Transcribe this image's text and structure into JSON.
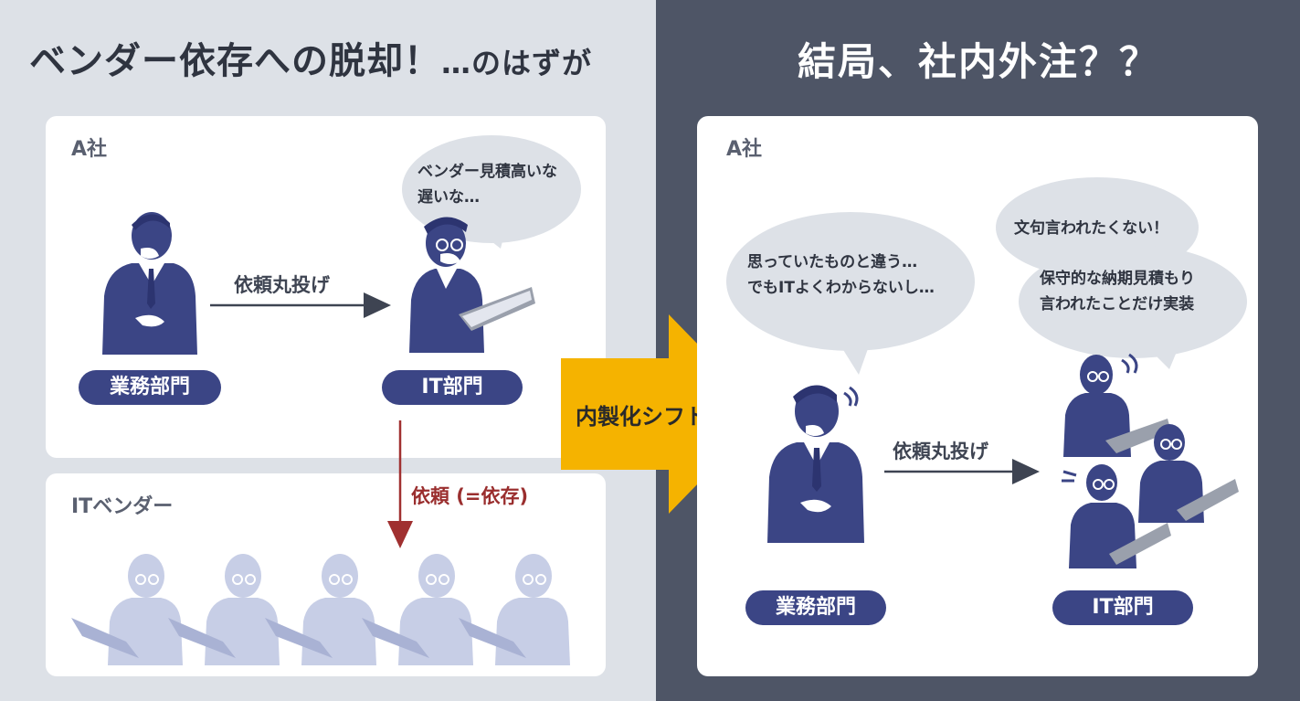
{
  "left": {
    "title": "ベンダー依存への脱却！",
    "title_small": "…のはずが",
    "company_card": {
      "label": "A社",
      "business_dept": "業務部門",
      "it_dept": "IT部門",
      "arrow_label": "依頼丸投げ",
      "bubble_lines": [
        "ベンダー見積高いな",
        "遅いな…"
      ]
    },
    "vendor_card": {
      "label": "ITベンダー"
    },
    "request_label": "依頼 (=依存)"
  },
  "shift": {
    "label": "内製化シフト"
  },
  "right": {
    "title": "結局、社内外注？？",
    "company_card": {
      "label": "A社",
      "business_dept": "業務部門",
      "it_dept": "IT部門",
      "arrow_label": "依頼丸投げ",
      "business_bubble_lines": [
        "思っていたものと違う…",
        "でもITよくわからないし…"
      ],
      "it_bubble_line1": "文句言われたくない！",
      "it_bubble_lines": [
        "保守的な納期見積もり",
        "言われたことだけ実装"
      ]
    }
  },
  "colors": {
    "navy": "#3b4585",
    "light_bg": "#dde1e7",
    "dark_bg": "#4e5566",
    "accent_yellow": "#f5b300",
    "red": "#a03030",
    "faded_person": "#c7cee6"
  }
}
